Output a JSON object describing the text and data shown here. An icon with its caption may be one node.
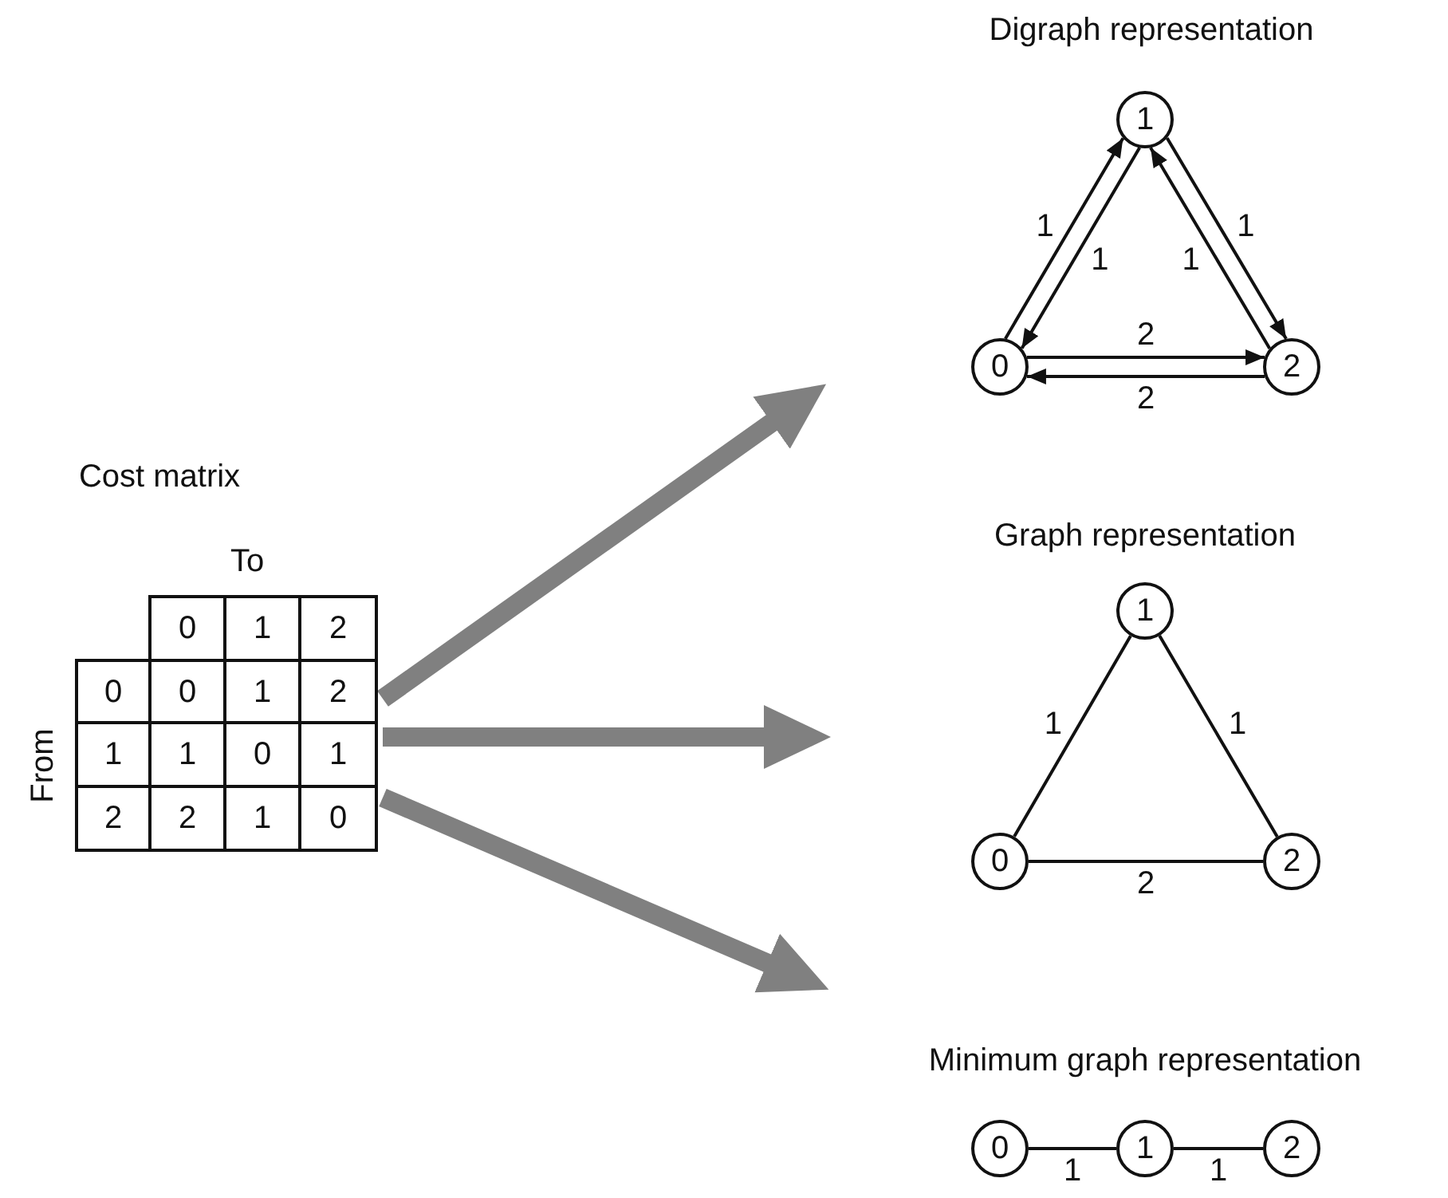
{
  "diagram": {
    "nodes": [
      {
        "text": [
          "Cost matrix"
        ]
      },
      {
        "text": [
          "Digraph representation"
        ]
      },
      {
        "text": [
          "0"
        ],
        "in": 1
      },
      {
        "text": [
          "1"
        ],
        "in": 1
      },
      {
        "text": [
          "2"
        ],
        "in": 1
      },
      {
        "text": [
          "Graph representation"
        ]
      },
      {
        "text": [
          "0"
        ],
        "in": 5
      },
      {
        "text": [
          "1"
        ],
        "in": 5
      },
      {
        "text": [
          "2"
        ],
        "in": 5
      },
      {
        "text": [
          "Minimum graph representation"
        ]
      },
      {
        "text": [
          "0"
        ],
        "in": 9
      },
      {
        "text": [
          "1"
        ],
        "in": 9
      },
      {
        "text": [
          "2"
        ],
        "in": 9
      }
    ],
    "edges": [
      {
        "from": 0,
        "to": 1,
        "arrow": "to",
        "style": "thick",
        "color": "#808080"
      },
      {
        "from": 0,
        "to": 5,
        "arrow": "to",
        "style": "thick",
        "color": "#808080"
      },
      {
        "from": 0,
        "to": 9,
        "arrow": "to",
        "style": "thick",
        "color": "#808080"
      },
      {
        "from": 2,
        "to": 3,
        "label": "1",
        "arrow": "to"
      },
      {
        "from": 3,
        "to": 2,
        "label": "1",
        "arrow": "to"
      },
      {
        "from": 3,
        "to": 4,
        "label": "1",
        "arrow": "to"
      },
      {
        "from": 4,
        "to": 3,
        "label": "1",
        "arrow": "to"
      },
      {
        "from": 2,
        "to": 4,
        "label": "2",
        "arrow": "to"
      },
      {
        "from": 4,
        "to": 2,
        "label": "2",
        "arrow": "to"
      },
      {
        "from": 6,
        "to": 7,
        "label": "1",
        "arrow": "none"
      },
      {
        "from": 7,
        "to": 8,
        "label": "1",
        "arrow": "none"
      },
      {
        "from": 6,
        "to": 8,
        "label": "2",
        "arrow": "none"
      },
      {
        "from": 10,
        "to": 11,
        "label": "1",
        "arrow": "none"
      },
      {
        "from": 11,
        "to": 12,
        "label": "1",
        "arrow": "none"
      }
    ],
    "labels": [
      "To",
      "From",
      "0",
      "1",
      "2",
      "0",
      "0",
      "1",
      "2",
      "1",
      "1",
      "0",
      "1",
      "2",
      "2",
      "1",
      "0"
    ]
  }
}
